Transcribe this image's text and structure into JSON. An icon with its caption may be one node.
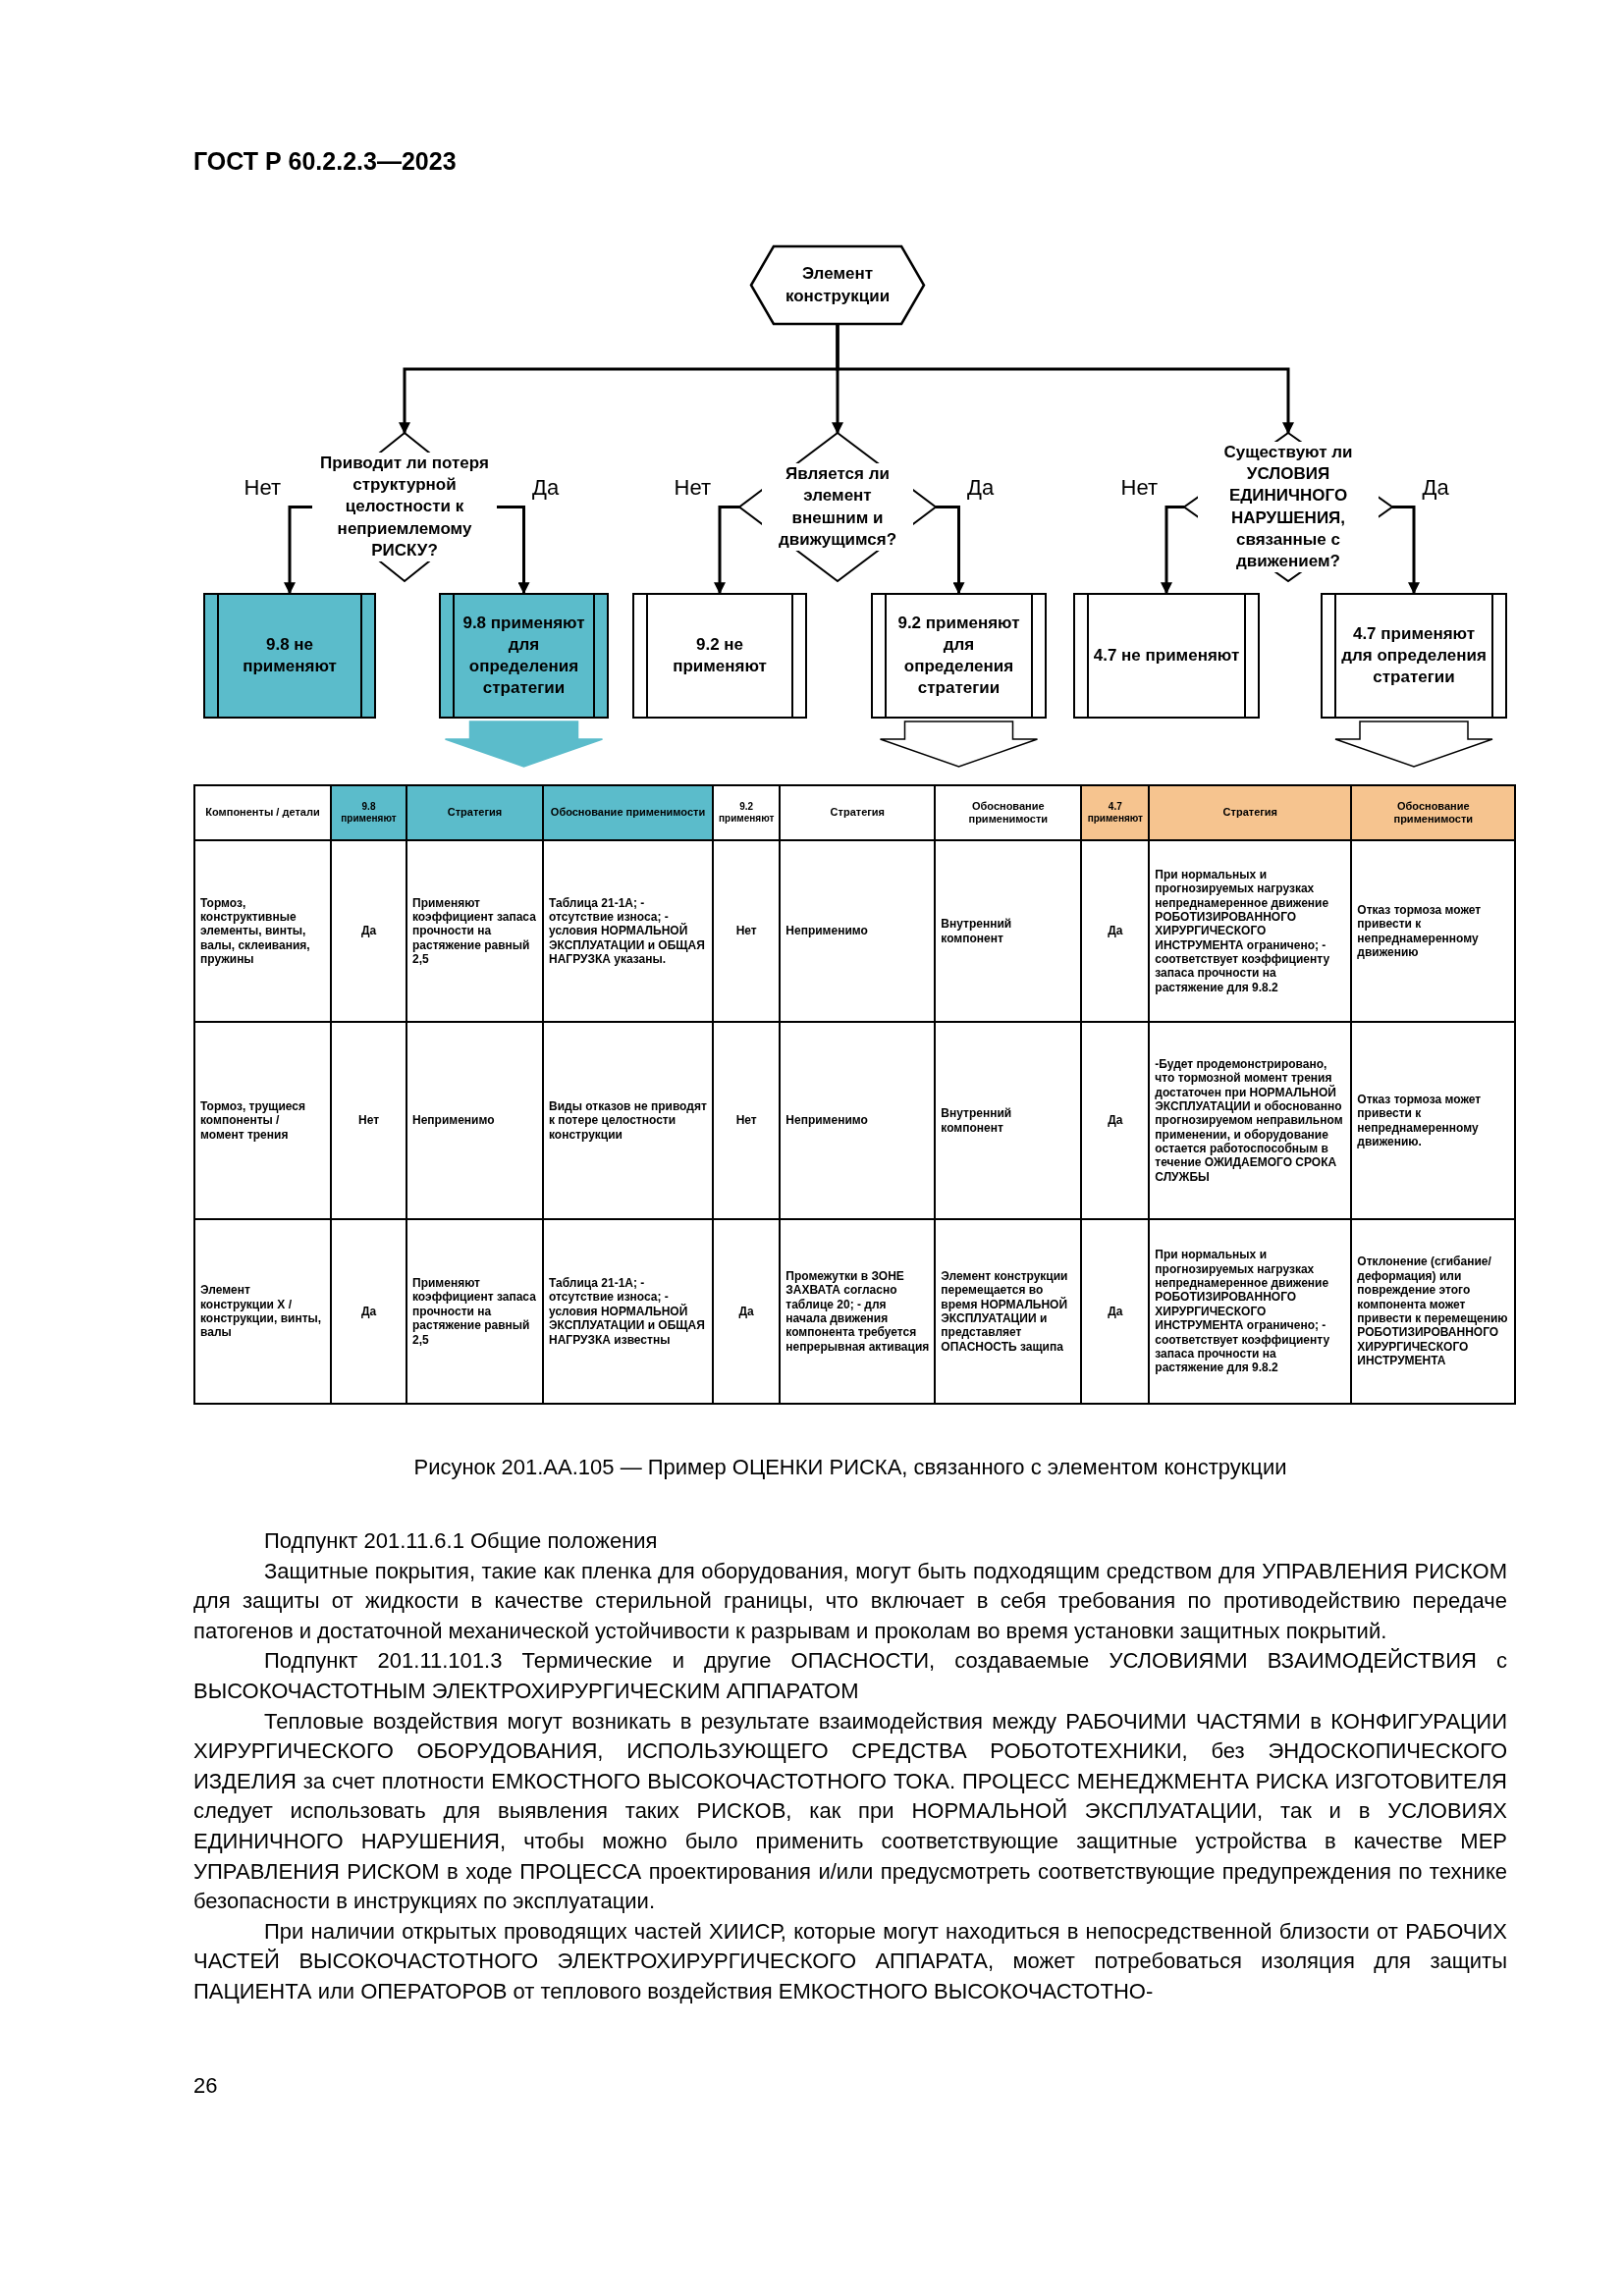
{
  "diagram": {
    "caption": "Рисунок 201.АА.105 — Пример ОЦЕНКИ РИСКА, связанного с элементом конструкции",
    "nodes": [
      {
        "text": [
          "Элемент конструкции"
        ]
      },
      {
        "text": [
          "Приводит ли потеря структурной целостности к неприемлемому РИСКУ?"
        ]
      },
      {
        "text": [
          "Является ли элемент внешним и движущимся?"
        ]
      },
      {
        "text": [
          "Существуют ли УСЛОВИЯ ЕДИНИЧНОГО НАРУШЕНИЯ, связанные с движением?"
        ]
      },
      {
        "text": [
          "9.8 не применяют"
        ]
      },
      {
        "text": [
          "9.8 применяют для определения стратегии"
        ]
      },
      {
        "text": [
          "9.2 не применяют"
        ]
      },
      {
        "text": [
          "9.2 применяют для определения стратегии"
        ]
      },
      {
        "text": [
          "4.7 не применяют"
        ]
      },
      {
        "text": [
          "4.7 применяют для определения стратегии"
        ]
      }
    ],
    "edges": [
      {
        "from": 0,
        "to": 1,
        "arrow": "to"
      },
      {
        "from": 0,
        "to": 2,
        "arrow": "to"
      },
      {
        "from": 0,
        "to": 3,
        "arrow": "to"
      },
      {
        "from": 1,
        "to": 4,
        "arrow": "to",
        "label": "Нет"
      },
      {
        "from": 1,
        "to": 5,
        "arrow": "to",
        "label": "Да"
      },
      {
        "from": 2,
        "to": 6,
        "arrow": "to",
        "label": "Нет"
      },
      {
        "from": 2,
        "to": 7,
        "arrow": "to",
        "label": "Да"
      },
      {
        "from": 3,
        "to": 8,
        "arrow": "to",
        "label": "Нет"
      },
      {
        "from": 3,
        "to": 9,
        "arrow": "to",
        "label": "Да"
      },
      {
        "from": 5,
        "to": null,
        "arrow": "to",
        "style": "thick",
        "color": "#5bbccb"
      },
      {
        "from": 7,
        "to": null,
        "arrow": "to",
        "style": "thick"
      },
      {
        "from": 9,
        "to": null,
        "arrow": "to",
        "style": "thick"
      }
    ],
    "labels": [
      "ГОСТ Р 60.2.2.3—2023",
      "Компоненты / детали",
      "9.8 применяют",
      "Стратегия",
      "Обоснование применимости",
      "9.2 применяют",
      "Стратегия",
      "Обоснование применимости",
      "4.7 применяют",
      "Стратегия",
      "Обоснование применимости",
      "Тормоз, конструктивные элементы, винты, валы, склеивания, пружины",
      "Да",
      "Применяют коэффициент запаса прочности на растяжение равный 2,5",
      "Таблица 21-1А; - отсутствие износа; - условия НОРМАЛЬНОЙ ЭКСПЛУАТАЦИИ и ОБЩАЯ НАГРУЗКА указаны.",
      "Нет",
      "Неприменимо",
      "Внутренний компонент",
      "Да",
      "При нормальных и прогнозируемых нагрузках непреднамеренное движение РОБОТИЗИРОВАННОГО ХИРУРГИЧЕСКОГО ИНСТРУМЕНТА ограничено; - соответствует коэффициенту запаса прочности на растяжение для 9.8.2",
      "Отказ тормоза может привести к непреднамеренному движению",
      "Тормоз, трущиеся компоненты / момент трения",
      "Нет",
      "Неприменимо",
      "Виды отказов не приводят к потере целостности конструкции",
      "Нет",
      "Неприменимо",
      "Внутренний компонент",
      "Да",
      "-Будет продемонстрировано, что тормозной момент трения достаточен при НОРМАЛЬНОЙ ЭКСПЛУАТАЦИИ и обоснованно прогнозируемом неправильном применении, и оборудование остается работоспособным в течение ОЖИДАЕМОГО СРОКА СЛУЖБЫ",
      "Отказ тормоза может привести к непреднамеренному движению.",
      "Элемент конструкции X / конструкции, винты, валы",
      "Да",
      "Применяют коэффициент запаса прочности на растяжение равный 2,5",
      "Таблица 21-1А; - отсутствие износа; - условия НОРМАЛЬНОЙ ЭКСПЛУАТАЦИИ и ОБЩАЯ НАГРУЗКА известны",
      "Да",
      "Промежутки в ЗОНЕ ЗАХВАТА согласно таблице 20; - для начала движения компонента требуется непрерывная активация",
      "Элемент конструкции перемещается во время НОРМАЛЬНОЙ ЭКСПЛУАТАЦИИ и представляет ОПАСНОСТЬ защипа",
      "Да",
      "При нормальных и прогнозируемых нагрузках непреднамеренное движение РОБОТИЗИРОВАННОГО ХИРУРГИЧЕСКОГО ИНСТРУМЕНТА ограничено; - соответствует коэффициенту запаса прочности на растяжение для 9.8.2",
      "Отклонение (сгибание/деформация) или повреждение этого компонента может привести к перемещению РОБОТИЗИРОВАННОГО ХИРУРГИЧЕСКОГО ИНСТРУМЕНТА",
      "Подпункт 201.11.6.1 Общие положения",
      "Защитные покрытия, такие как пленка для оборудования, могут быть подходящим средством для УПРАВЛЕНИЯ РИСКОМ для защиты от жидкости в качестве стерильной границы, что включает в себя требования по противодействию передаче патогенов и достаточной механической устойчивости к разрывам и проколам во время установки защитных покрытий.",
      "Подпункт 201.11.101.3 Термические и другие ОПАСНОСТИ, создаваемые УСЛОВИЯМИ ВЗАИМОДЕЙСТВИЯ с ВЫСОКОЧАСТОТНЫМ ЭЛЕКТРОХИРУРГИЧЕСКИМ АППАРАТОМ",
      "Тепловые воздействия могут возникать в результате взаимодействия между РАБОЧИМИ ЧАСТЯМИ в КОНФИГУРАЦИИ ХИРУРГИЧЕСКОГО ОБОРУДОВАНИЯ, ИСПОЛЬЗУЮЩЕГО СРЕДСТВА РОБОТОТЕХНИКИ, без ЭНДОСКОПИЧЕСКОГО ИЗДЕЛИЯ за счет плотности ЕМКОСТНОГО ВЫСОКОЧАСТОТНОГО ТОКА. ПРОЦЕСС МЕНЕДЖМЕНТА РИСКА ИЗГОТОВИТЕЛЯ следует использовать для выявления таких РИСКОВ, как при НОРМАЛЬНОЙ ЭКСПЛУАТАЦИИ, так и в УСЛОВИЯХ ЕДИНИЧНОГО НАРУШЕНИЯ, чтобы можно было применить соответствующие защитные устройства в качестве МЕР УПРАВЛЕНИЯ РИСКОМ в ходе ПРОЦЕССА проектирования и/или предусмотреть соответствующие предупреждения по технике безопасности в инструкциях по эксплуатации.",
      "При наличии открытых проводящих частей ХИИСР, которые могут находиться в непосредственной близости от РАБОЧИХ ЧАСТЕЙ ВЫСОКОЧАСТОТНОГО ЭЛЕКТРОХИРУРГИЧЕСКОГО АППАРАТА, может потребоваться изоляция для защиты ПАЦИЕНТА или ОПЕРАТОРОВ от теплового воздействия ЕМКОСТНОГО ВЫСОКОЧАСТОТНО-",
      "26"
    ]
  }
}
